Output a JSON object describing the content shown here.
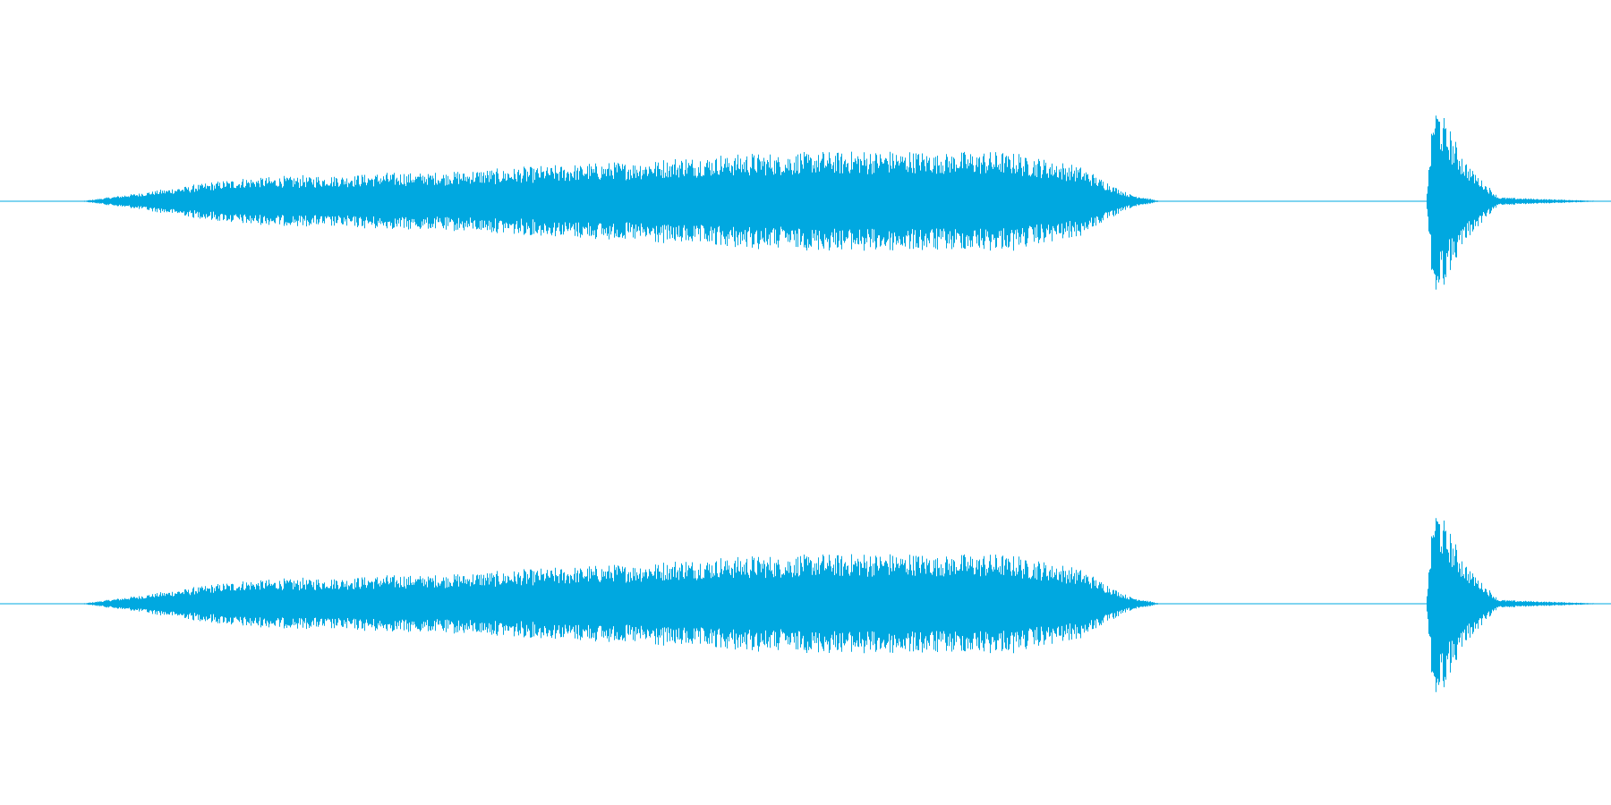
{
  "waveform": {
    "color": "#00a8e0",
    "background": "#ffffff",
    "channels": [
      "left",
      "right"
    ],
    "envelope": {
      "description_points_time_fraction": [
        0.0,
        0.05,
        0.15,
        0.3,
        0.38,
        0.45,
        0.55,
        0.63,
        0.67,
        0.7,
        0.72,
        0.885,
        0.89,
        0.91,
        0.93,
        1.0
      ],
      "amplitude_fraction": [
        0.0,
        0.0,
        0.12,
        0.16,
        0.2,
        0.24,
        0.26,
        0.25,
        0.18,
        0.04,
        0.0,
        0.0,
        0.52,
        0.2,
        0.02,
        0.0
      ]
    }
  }
}
